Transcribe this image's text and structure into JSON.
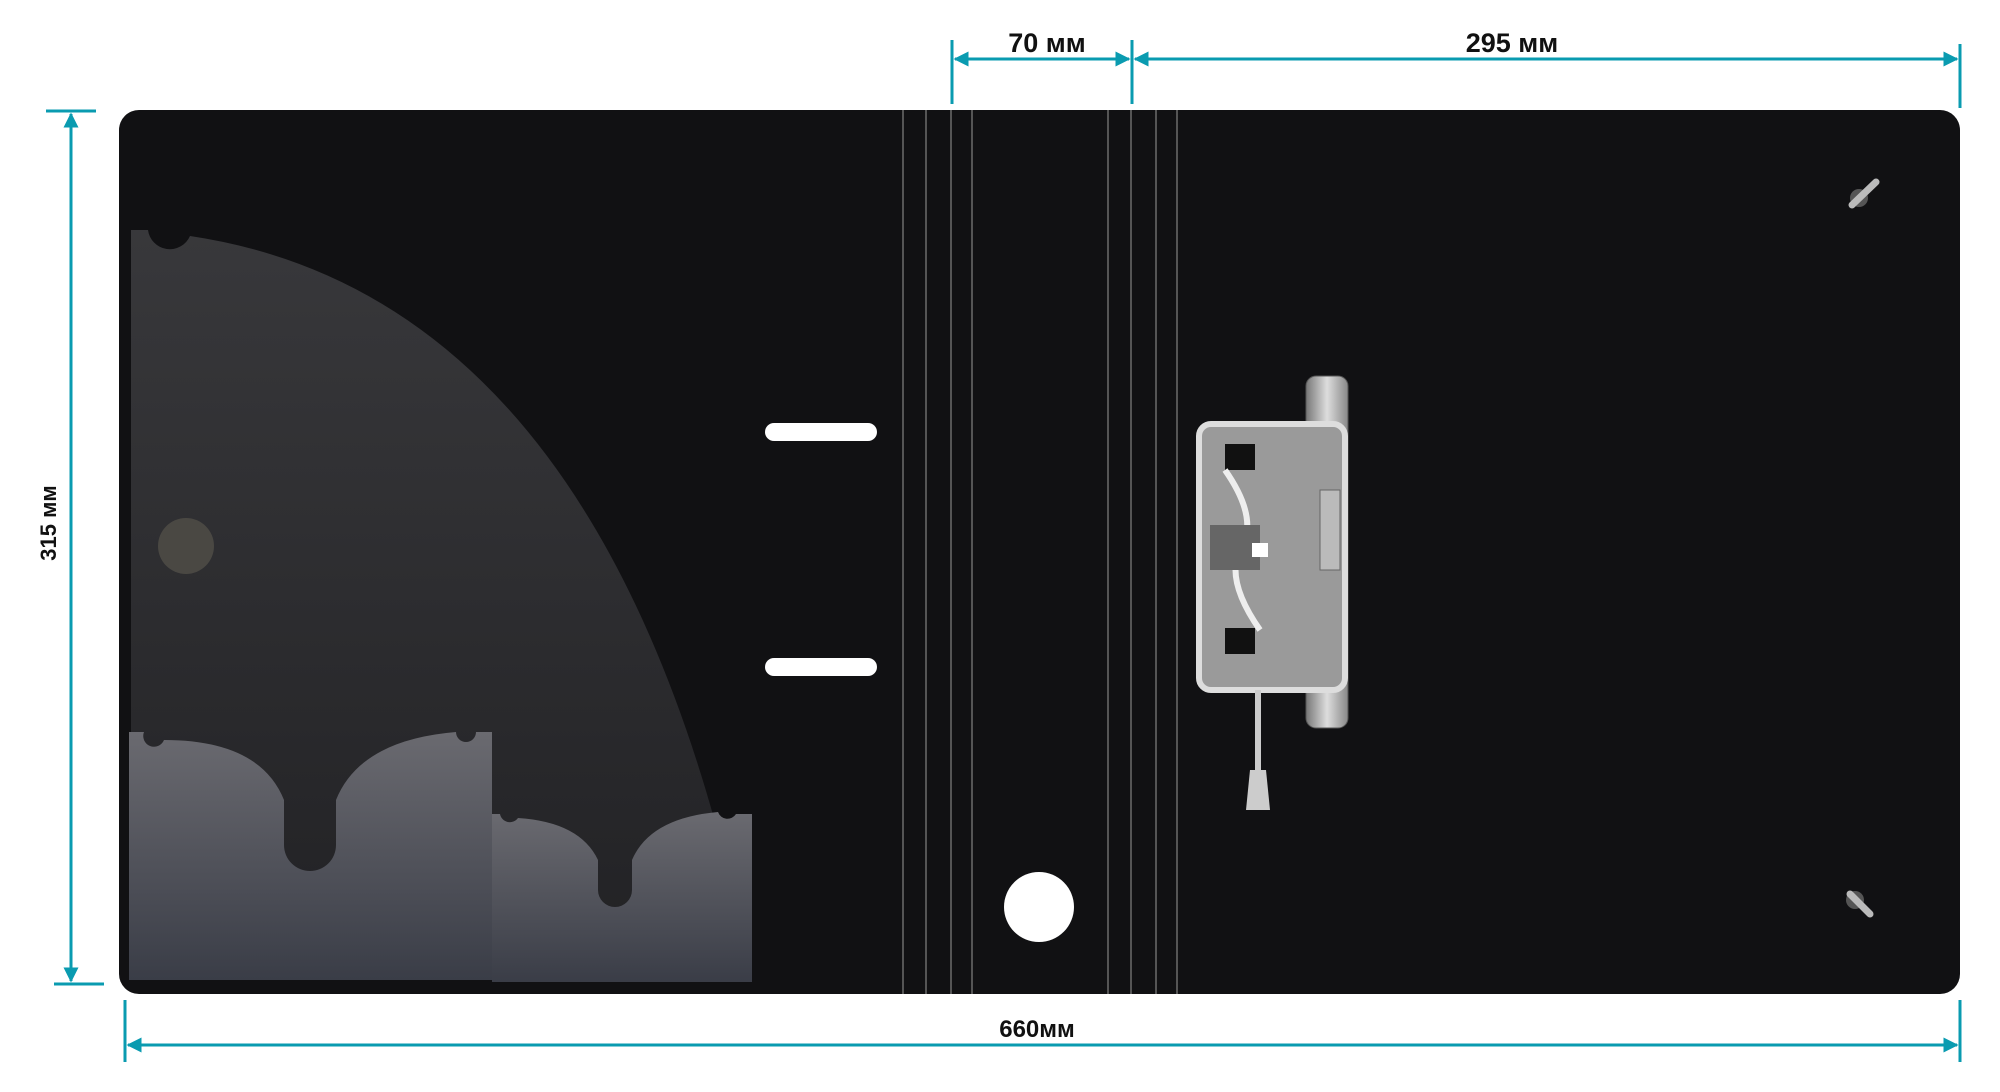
{
  "dimensions": {
    "spine_width": "70 мм",
    "front_width": "295 мм",
    "height": "315 мм",
    "total_width": "660мм"
  },
  "colors": {
    "cover": "#111113",
    "dimension_line": "#0a9bb0",
    "pocket": "#2e2e31",
    "hole": "#ffffff"
  }
}
